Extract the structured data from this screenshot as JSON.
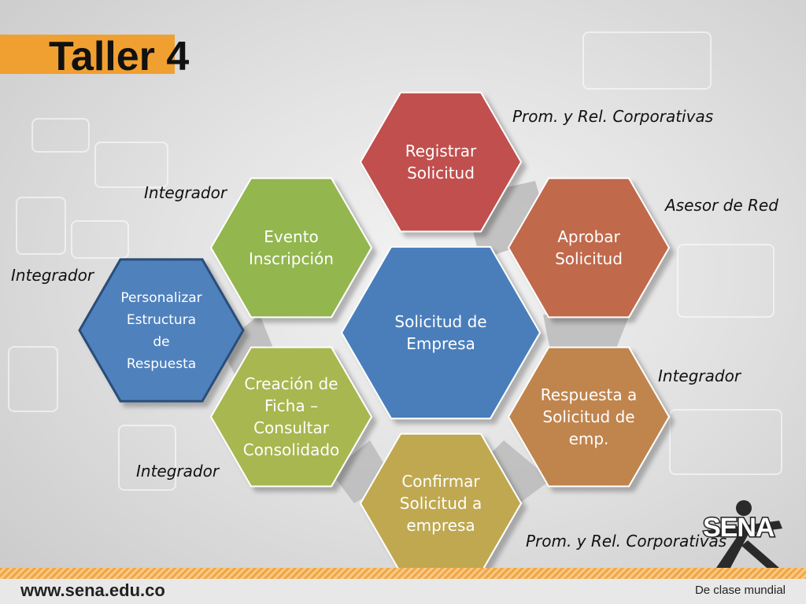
{
  "title": "Taller 4",
  "colors": {
    "accent_bar": "#f0a030",
    "hex_center": "#4a7ebb",
    "hex_red": "#c0504d",
    "hex_orange_red": "#c0694b",
    "hex_orange": "#c0844e",
    "hex_olive": "#bfa84f",
    "hex_yellow_green": "#a8b74f",
    "hex_green": "#93b650",
    "hex_blue_left": "#4f81bd"
  },
  "hexagons": [
    {
      "id": "center",
      "lines": [
        "Solicitud de",
        "Empresa"
      ]
    },
    {
      "id": "top",
      "lines": [
        "Registrar",
        "Solicitud"
      ]
    },
    {
      "id": "top_right",
      "lines": [
        "Aprobar",
        "Solicitud"
      ]
    },
    {
      "id": "bottom_right",
      "lines": [
        "Respuesta a",
        "Solicitud de",
        "emp."
      ]
    },
    {
      "id": "bottom",
      "lines": [
        "Confirmar",
        "Solicitud a",
        "empresa"
      ]
    },
    {
      "id": "bottom_left",
      "lines": [
        "Creación de",
        "Ficha –",
        "Consultar",
        "Consolidado"
      ]
    },
    {
      "id": "top_left",
      "lines": [
        "Evento",
        "Inscripción"
      ]
    },
    {
      "id": "far_left",
      "lines": [
        "Personalizar",
        "Estructura",
        "de",
        "Respuesta"
      ]
    }
  ],
  "roles": {
    "top": "Prom. y Rel. Corporativas",
    "top_right": "Asesor de Red",
    "bottom_right": "Integrador",
    "bottom": "Prom. y Rel. Corporativas",
    "bottom_left": "Integrador",
    "top_left": "Integrador",
    "far_left": "Integrador"
  },
  "footer": {
    "url": "www.sena.edu.co",
    "tagline": "De clase mundial",
    "logo_text": "SENA"
  }
}
